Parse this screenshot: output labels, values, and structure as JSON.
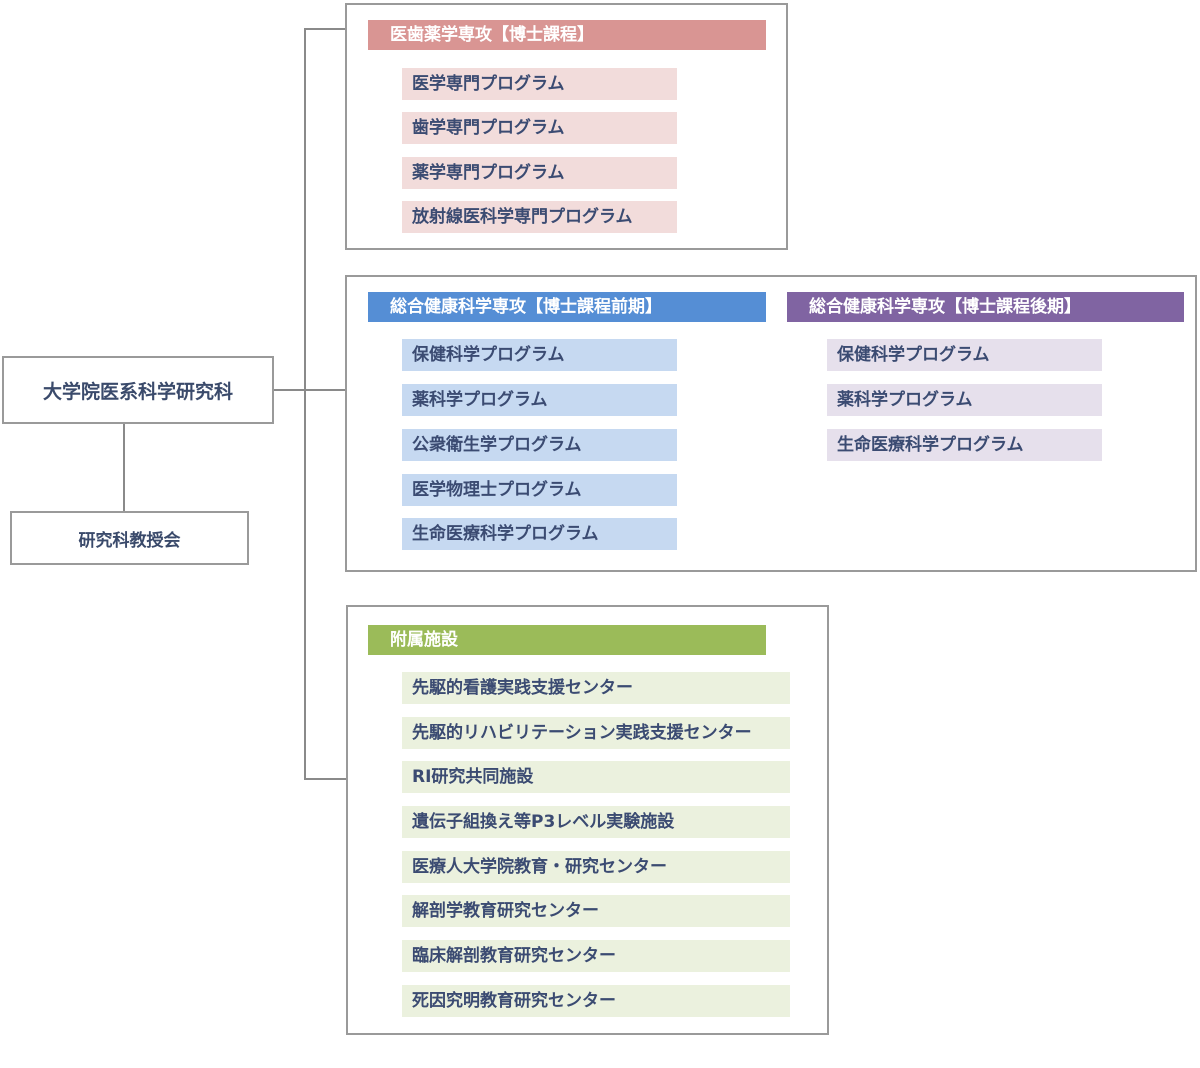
{
  "root": {
    "title": "大学院医系科学研究科"
  },
  "faculty": {
    "label": "研究科教授会"
  },
  "sections": {
    "doctoral": {
      "header": "医歯薬学専攻【博士課程】",
      "header_color": "#d99593",
      "item_color": "#f2dcdb",
      "items": [
        "医学専門プログラム",
        "歯学専門プログラム",
        "薬学専門プログラム",
        "放射線医科学専門プログラム"
      ]
    },
    "health_first": {
      "header": "総合健康科学専攻【博士課程前期】",
      "header_color": "#558ed5",
      "item_color": "#c6d9f1",
      "items": [
        "保健科学プログラム",
        "薬科学プログラム",
        "公衆衛生学プログラム",
        "医学物理士プログラム",
        "生命医療科学プログラム"
      ]
    },
    "health_second": {
      "header": "総合健康科学専攻【博士課程後期】",
      "header_color": "#8064a2",
      "item_color": "#e6e0ec",
      "items": [
        "保健科学プログラム",
        "薬科学プログラム",
        "生命医療科学プログラム"
      ]
    },
    "facilities": {
      "header": "附属施設",
      "header_color": "#9bbb59",
      "item_color": "#ebf1de",
      "items": [
        "先駆的看護実践支援センター",
        "先駆的リハビリテーション実践支援センター",
        "RI研究共同施設",
        "遺伝子組換え等P3レベル実験施設",
        "医療人大学院教育・研究センター",
        "解剖学教育研究センター",
        "臨床解剖教育研究センター",
        "死因究明教育研究センター"
      ]
    }
  }
}
